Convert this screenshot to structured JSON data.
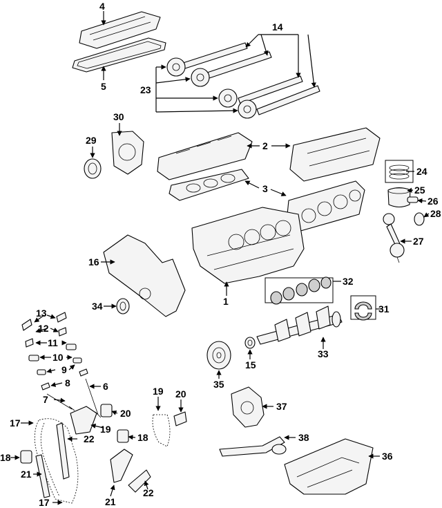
{
  "callouts": {
    "c1": "1",
    "c2": "2",
    "c3": "3",
    "c4": "4",
    "c5": "5",
    "c6": "6",
    "c7": "7",
    "c8": "8",
    "c9": "9",
    "c10": "10",
    "c11": "11",
    "c12": "12",
    "c13": "13",
    "c14": "14",
    "c15": "15",
    "c16": "16",
    "c17a": "17",
    "c17b": "17",
    "c18a": "18",
    "c18b": "18",
    "c19a": "19",
    "c19b": "19",
    "c20a": "20",
    "c20b": "20",
    "c21a": "21",
    "c21b": "21",
    "c22a": "22",
    "c22b": "22",
    "c23": "23",
    "c24": "24",
    "c25": "25",
    "c26": "26",
    "c27": "27",
    "c28": "28",
    "c29": "29",
    "c30": "30",
    "c31": "31",
    "c32": "32",
    "c33": "33",
    "c34": "34",
    "c35": "35",
    "c36": "36",
    "c37": "37",
    "c38": "38"
  }
}
